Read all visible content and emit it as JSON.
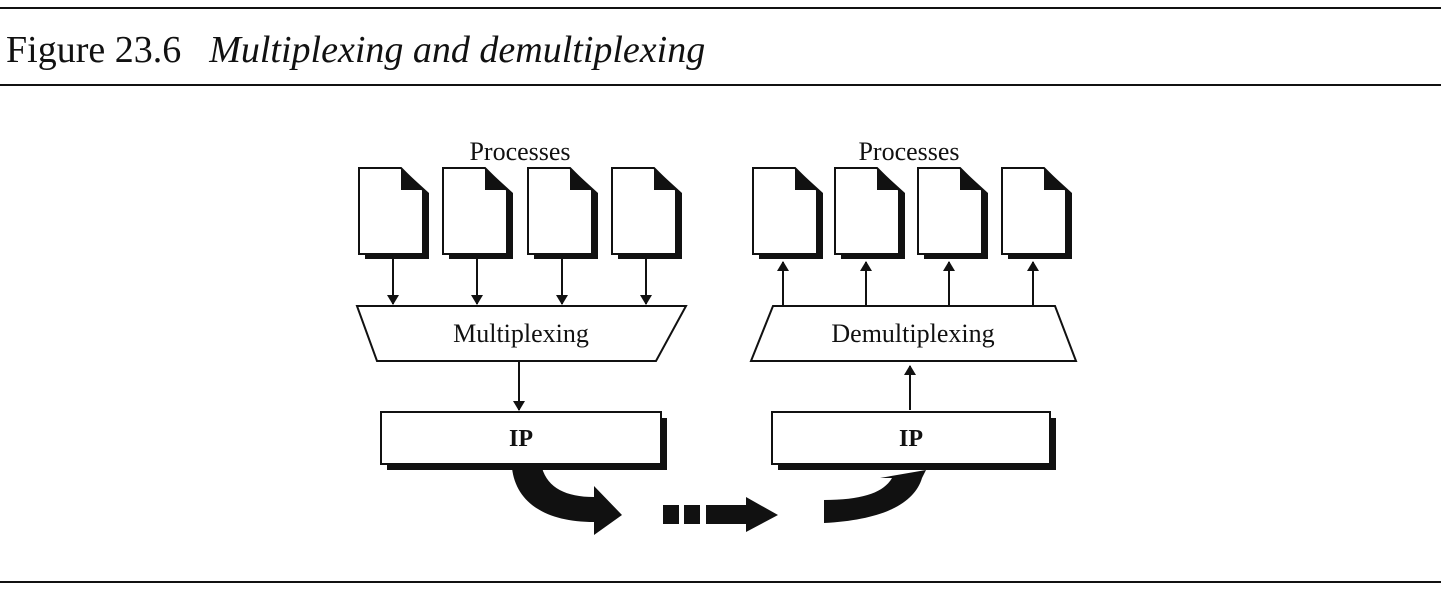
{
  "caption": {
    "number": "Figure 23.6",
    "title": "Multiplexing and demultiplexing"
  },
  "sender": {
    "processes_label": "Processes",
    "mux_label": "Multiplexing",
    "ip_label": "IP"
  },
  "receiver": {
    "processes_label": "Processes",
    "demux_label": "Demultiplexing",
    "ip_label": "IP"
  }
}
